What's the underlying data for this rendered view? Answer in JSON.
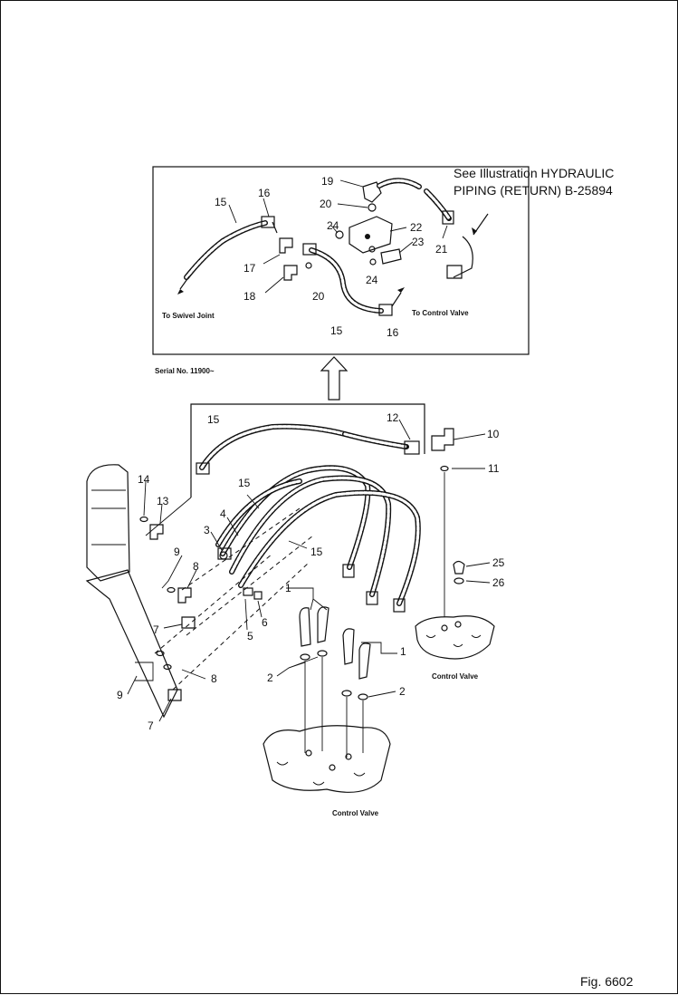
{
  "note": {
    "line1": "See Illustration HYDRAULIC",
    "line2": "PIPING (RETURN) B-25894"
  },
  "serial": "Serial No. 11900~",
  "captions": {
    "swivel": "To Swivel Joint",
    "control_top": "To Control Valve",
    "control_valve_right": "Control Valve",
    "control_valve_bottom": "Control Valve"
  },
  "figure": "Fig. 6602",
  "parts": {
    "p1a": "1",
    "p1b": "1",
    "p2a": "2",
    "p2b": "2",
    "p3": "3",
    "p4": "4",
    "p5": "5",
    "p6": "6",
    "p7a": "7",
    "p7b": "7",
    "p8a": "8",
    "p8b": "8",
    "p9a": "9",
    "p9b": "9",
    "p10": "10",
    "p11": "11",
    "p12": "12",
    "p13": "13",
    "p14": "14",
    "p15a": "15",
    "p15b": "15",
    "p15c": "15",
    "p15d": "15",
    "p15e": "15",
    "p16a": "16",
    "p16b": "16",
    "p17": "17",
    "p18": "18",
    "p19": "19",
    "p20a": "20",
    "p20b": "20",
    "p21": "21",
    "p22": "22",
    "p23": "23",
    "p24a": "24",
    "p24b": "24",
    "p25": "25",
    "p26": "26"
  }
}
